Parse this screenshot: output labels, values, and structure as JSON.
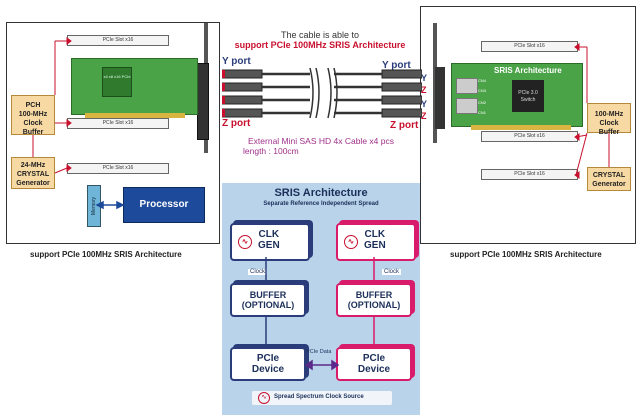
{
  "header": {
    "line1": "The cable is able to",
    "line2": "support PCIe 100MHz SRIS Architecture"
  },
  "ports": {
    "y_left": "Y port",
    "y_right": "Y port",
    "z_left": "Z port",
    "z_right": "Z port"
  },
  "cable": {
    "line1": "External Mini SAS HD 4x Cable x4 pcs",
    "line2": "length : 100cm"
  },
  "left_panel": {
    "slot_label": "PCIe Slot x16",
    "pch_lines": [
      "PCH",
      "100-MHz Clock",
      "Buffer"
    ],
    "crystal_lines": [
      "24-MHz",
      "CRYSTAL",
      "Generator"
    ],
    "memory_label": "Memory",
    "processor_label": "Processor",
    "card_chip_label": "x4 x8 x16 PCIe",
    "caption": "support PCIe 100MHz SRIS Architecture"
  },
  "right_panel": {
    "slot_label": "PCIe Slot x16",
    "card_title": "SRIS Architecture",
    "switch_label": "PCIe 3.0 Switch",
    "cn_labels": [
      "CN4",
      "CN3",
      "CN2",
      "CN1"
    ],
    "port_markers": [
      "Y",
      "Z",
      "Y",
      "Z"
    ],
    "clock_lines": [
      "100-MHz Clock",
      "Buffer"
    ],
    "crystal_lines": [
      "CRYSTAL",
      "Generator"
    ],
    "caption": "support PCIe 100MHz SRIS Architecture"
  },
  "sris": {
    "title": "SRIS Architecture",
    "subtitle": "Separate Reference Independent Spread",
    "clk_gen": [
      "CLK",
      "GEN"
    ],
    "clock_label": "Clock",
    "buffer": [
      "BUFFER",
      "(OPTIONAL)"
    ],
    "device": [
      "PCIe",
      "Device"
    ],
    "pcie_data": "PCIe Data",
    "legend": "Spread Spectrum Clock Source"
  },
  "colors": {
    "accent_red": "#c8102e",
    "sris_blue": "#2a3d7a",
    "sris_pink": "#d81b6a",
    "sris_bg": "#b9d3ea",
    "pcb_green": "#4aa347",
    "processor_blue": "#1d4a9a"
  }
}
